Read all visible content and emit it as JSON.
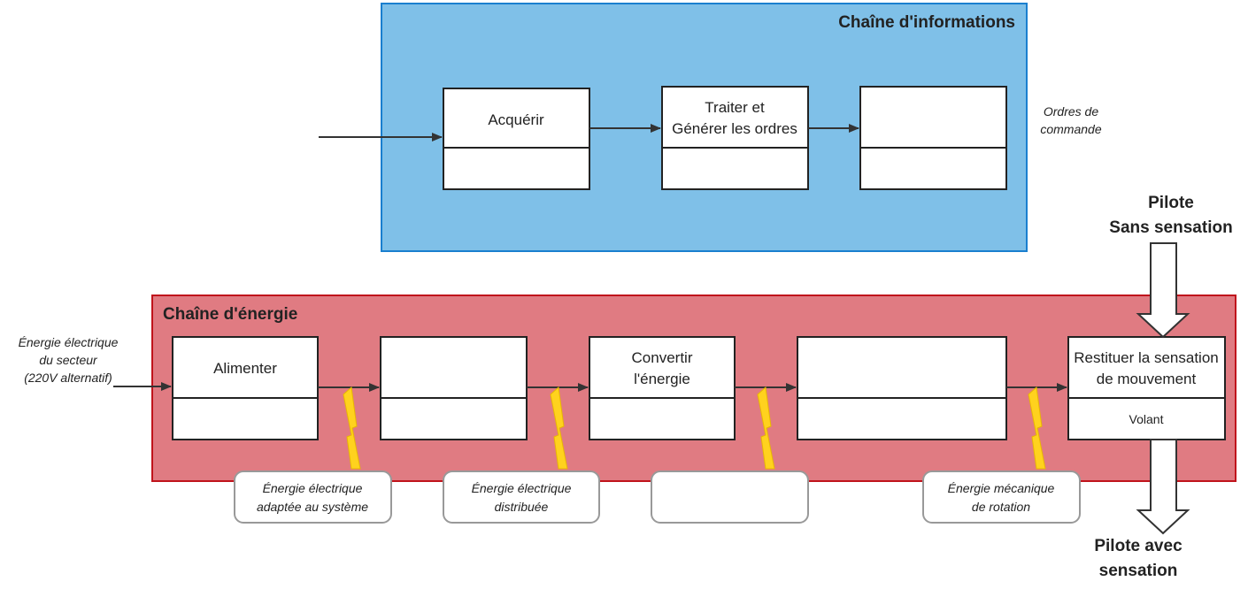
{
  "info_chain": {
    "title": "Chaîne d'informations",
    "color": "#7fc0e8",
    "border": "#1a7fcf",
    "blocks": [
      {
        "line1": "Acquérir",
        "line2": "",
        "sub": ""
      },
      {
        "line1": "Traiter et",
        "line2": "Générer les ordres",
        "sub": ""
      },
      {
        "line1": "",
        "line2": "",
        "sub": ""
      }
    ]
  },
  "orders_label": {
    "line1": "Ordres de",
    "line2": "commande"
  },
  "pilot_top": {
    "line1": "Pilote",
    "line2": "Sans sensation"
  },
  "pilot_bottom": {
    "line1": "Pilote avec",
    "line2": "sensation"
  },
  "energy_chain": {
    "title": "Chaîne d'énergie",
    "color": "#e07b82",
    "border": "#c0141c",
    "blocks": [
      {
        "line1": "Alimenter",
        "line2": "",
        "sub": ""
      },
      {
        "line1": "",
        "line2": "",
        "sub": ""
      },
      {
        "line1": "Convertir",
        "line2": "l'énergie",
        "sub": ""
      },
      {
        "line1": "",
        "line2": "",
        "sub": ""
      },
      {
        "line1": "Restituer la sensation",
        "line2": "de mouvement",
        "sub": "Volant"
      }
    ]
  },
  "energy_input": {
    "line1": "Énergie électrique",
    "line2": "du secteur",
    "line3": "(220V alternatif)"
  },
  "energy_labels": [
    {
      "line1": "Énergie électrique",
      "line2": "adaptée au système"
    },
    {
      "line1": "Énergie électrique",
      "line2": "distribuée"
    },
    {
      "line1": "",
      "line2": ""
    },
    {
      "line1": "Énergie mécanique",
      "line2": "de rotation"
    }
  ],
  "colors": {
    "bolt": "#ffd21e",
    "arrow": "#333333",
    "box_border": "#222222",
    "label_border": "#999999"
  }
}
